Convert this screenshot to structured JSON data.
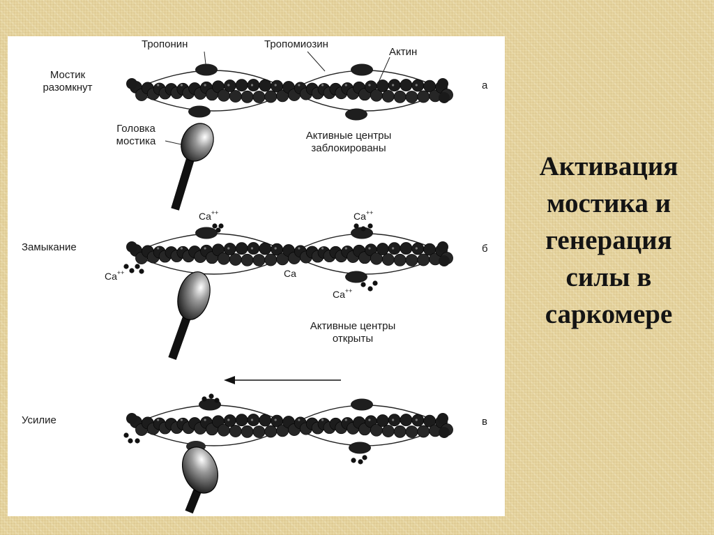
{
  "slide": {
    "title_lines": [
      "Активация",
      "мостика и",
      "генерация",
      "силы в",
      "саркомере"
    ]
  },
  "diagram": {
    "labels": {
      "troponin": "Тропонин",
      "tropomyosin": "Тропомиозин",
      "actin": "Актин",
      "bridge_open_1": "Мостик",
      "bridge_open_2": "разомкнут",
      "head_1": "Головка",
      "head_2": "мостика",
      "blocked_1": "Активные центры",
      "blocked_2": "заблокированы",
      "closing": "Замыкание",
      "open_1": "Активные центры",
      "open_2": "открыты",
      "effort": "Усилие",
      "ca_plus": "Ca",
      "ca_plus_sup": "++",
      "ca_plain": "Ca",
      "letter_a": "а",
      "letter_b": "б",
      "letter_v": "в"
    }
  }
}
